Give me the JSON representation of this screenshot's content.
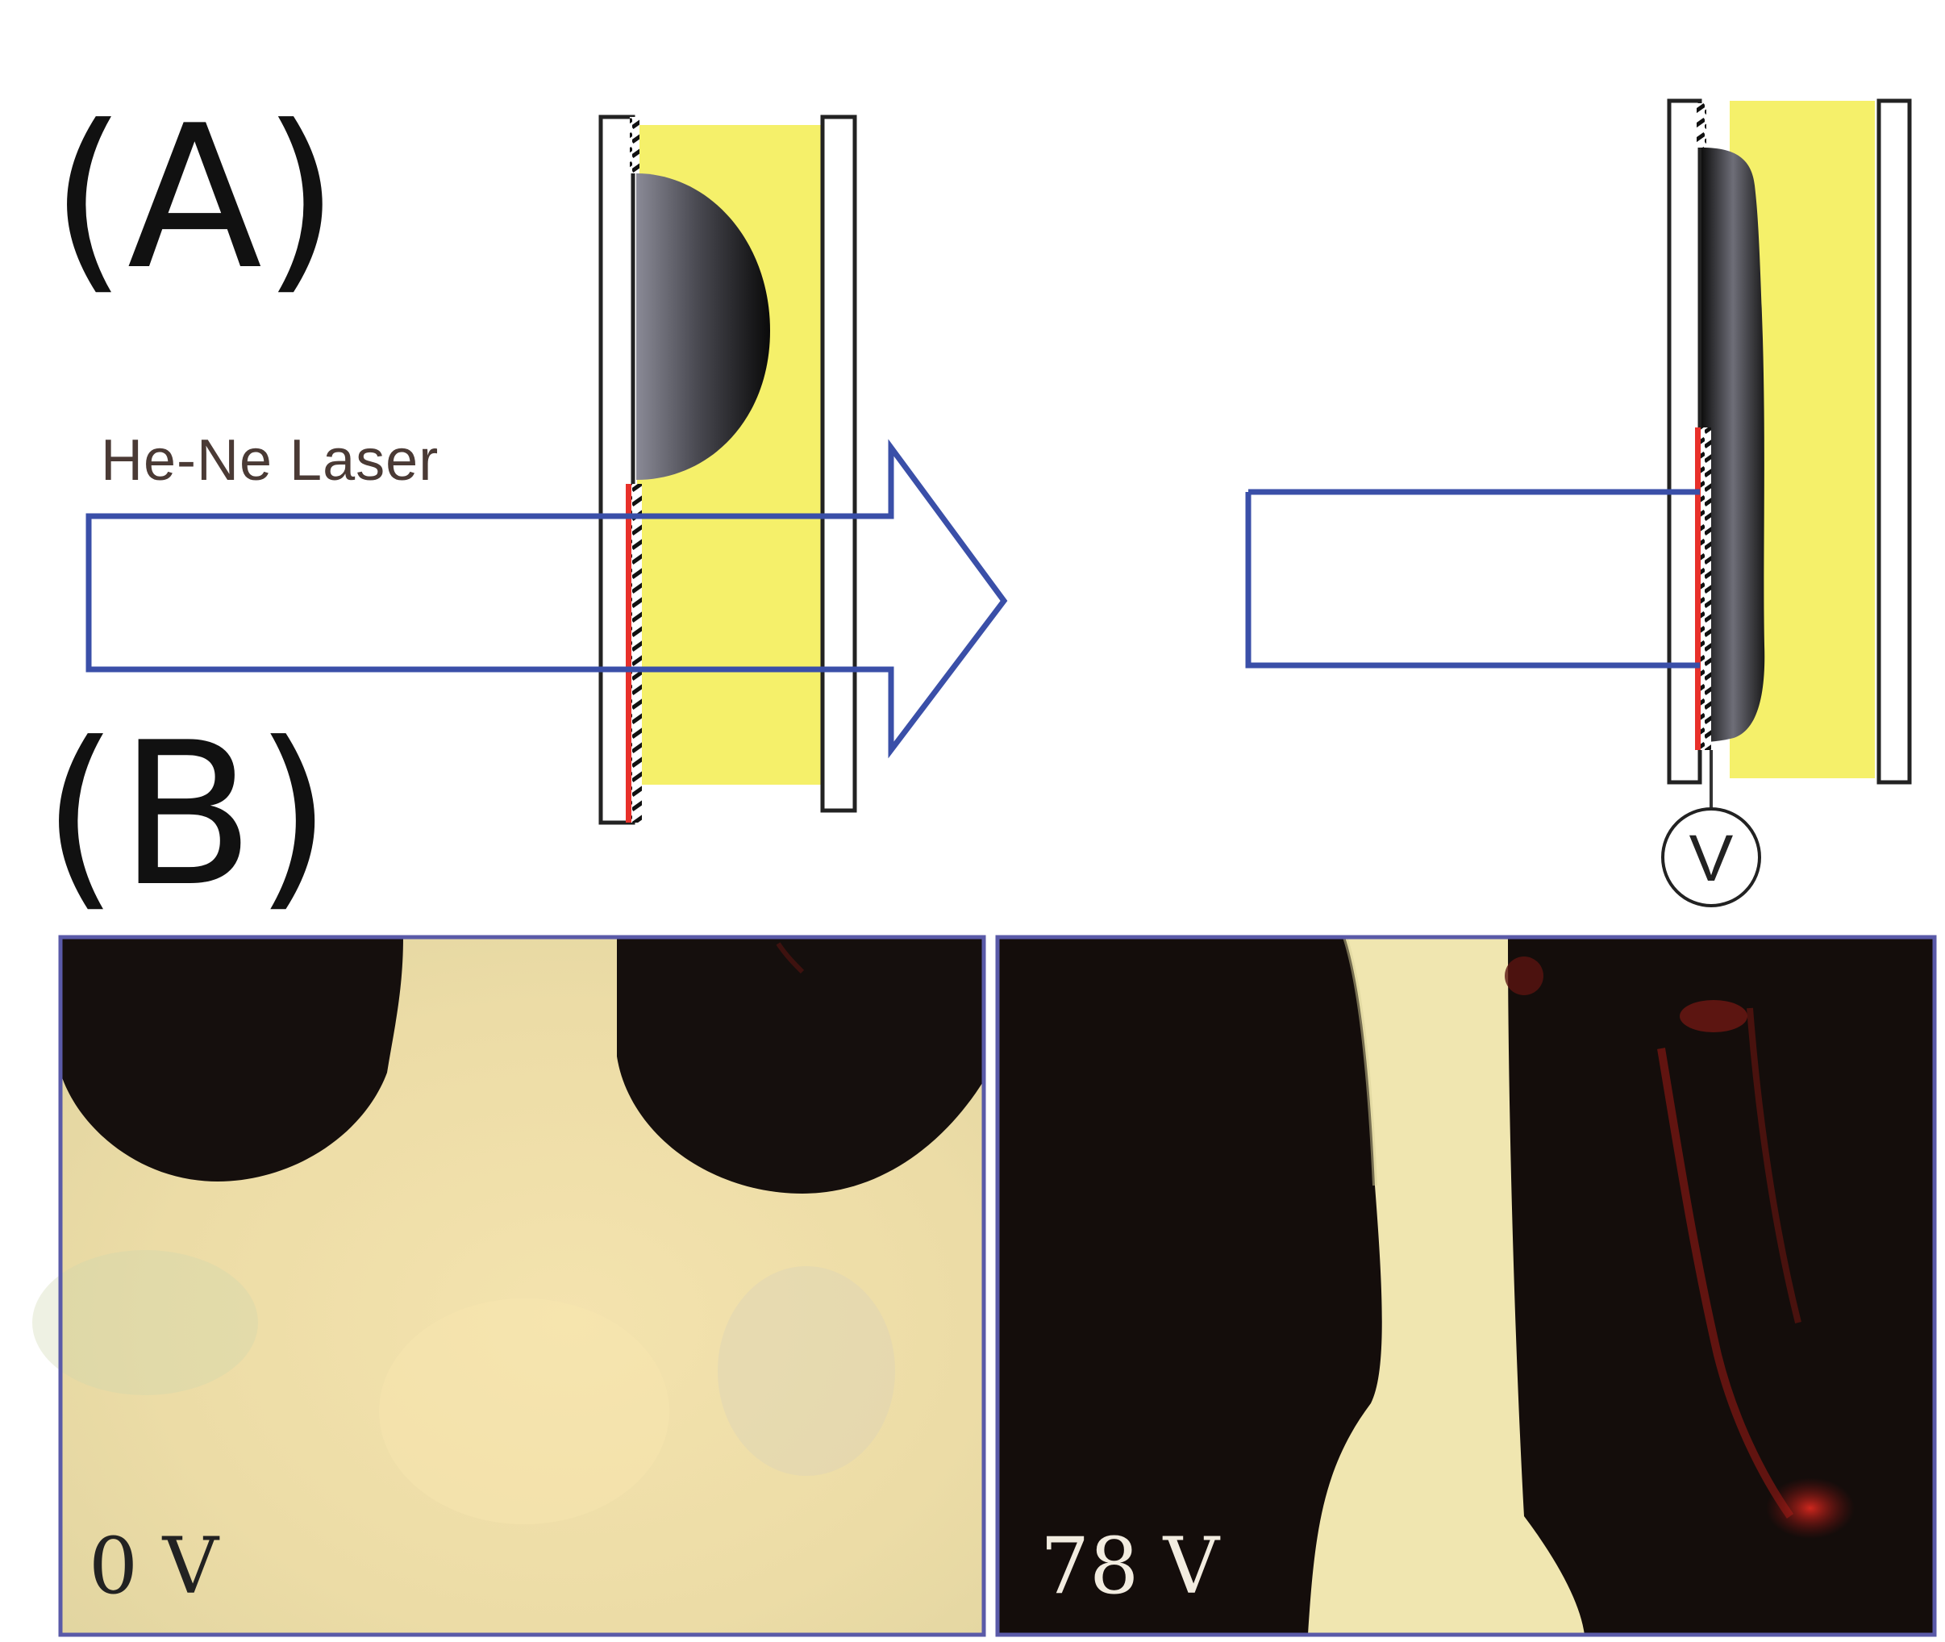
{
  "panels": {
    "a_label": "(A)",
    "b_label": "(B)"
  },
  "schematic": {
    "laser_label": "He-Ne Laser",
    "voltage_symbol": "V"
  },
  "micrographs": {
    "left_voltage": "0 V",
    "right_voltage": "78 V"
  },
  "colors": {
    "liquid_yellow": "#f5f06a",
    "beam_outline": "#3a4fa8",
    "electrode_red": "#e8302a",
    "droplet_dark": "#1a1212",
    "micrograph_bg": "#efe0a8",
    "red_emission": "#c8241e"
  }
}
